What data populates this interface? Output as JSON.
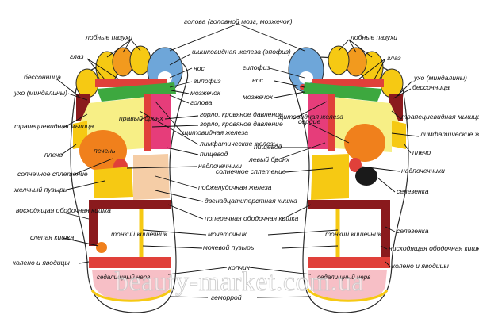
{
  "labels": {
    "head": "голова (головной мозг, мозжечок)",
    "frontal_sinuses_left": "лобные пазухи",
    "frontal_sinuses_right": "лобные пазухи",
    "pineal_left": "шишковидная железа (эпофиз)",
    "eyes_left": "глаз",
    "eyes_right": "глаз",
    "pituitary_right": "гипофиз",
    "nose_left": "нос",
    "insomnia_left": "бессонница",
    "nose_right": "нос",
    "ear_left": "ухо (миндалины)",
    "ear_right": "ухо (миндалины)",
    "pituitary_left": "гипофиз",
    "insomnia_right": "бессонница",
    "cerebellum_left": "мозжечок",
    "cerebellum_right": "мозжечок",
    "head_short": "голова",
    "trapezius_left": "трапециевидная мышца",
    "trapezius_right": "трапециевидная мышца",
    "throat_left": "горло, кровяное давление",
    "throat_mid": "горло, кровяное давление",
    "right_bronchus": "правый бронх",
    "thyroid_left": "щитовидная железа",
    "thyroid_right": "щитовидная железа",
    "heart": "сердце",
    "lymph_left": "лимфатические железы",
    "lymph_right": "лимфатические железы",
    "esophagus_left": "пищевод",
    "esophagus_right": "пищевод",
    "liver": "печень",
    "shoulder_left": "плечо",
    "shoulder_right": "плечо",
    "left_bronchus": "левый бронх",
    "adrenal_left": "надпочечники",
    "adrenal_right": "надпочечники",
    "solar_plexus_left": "солнечное сплетение",
    "solar_plexus_right": "солнечное сплетение",
    "gallbladder": "желчный пузырь",
    "pancreas": "поджелудочная железа",
    "spleen_upper": "селезенка",
    "duodenum": "двенадцатиперстная кишка",
    "ascending_colon": "восходящая ободочная кишка",
    "transverse_colon": "поперечная ободочная кишка",
    "ureter": "мочеточник",
    "spleen_lower": "селезенка",
    "appendix": "слепая кишка",
    "small_intestine_left": "тонкий кишечник",
    "small_intestine_right": "тонкий кишечник",
    "descending_colon": "нисходящая ободочная кишка",
    "bladder": "мочевой пузырь",
    "knee_left": "колено и яводицы",
    "knee_right": "колено и яводицы",
    "coccyx": "копчик",
    "sciatic_left": "седалищный нерв",
    "sciatic_right": "седалищный нерв",
    "hemorrhoids": "геморрой"
  },
  "watermark": "beauty-market.com.ua",
  "colors": {
    "toe_yellow": "#f6c913",
    "toe_orange": "#f29a1e",
    "sinus_blue": "#6ea6d9",
    "nose_blue": "#8fc0e8",
    "green": "#3da83f",
    "maroon": "#8a1a1d",
    "red": "#e0403a",
    "pink": "#e63d7a",
    "yellow_light": "#f7ef86",
    "orange_liver": "#f0801c",
    "peach": "#f5cda6",
    "black": "#1a1a1a",
    "heel_pink": "#f7bfc6"
  }
}
